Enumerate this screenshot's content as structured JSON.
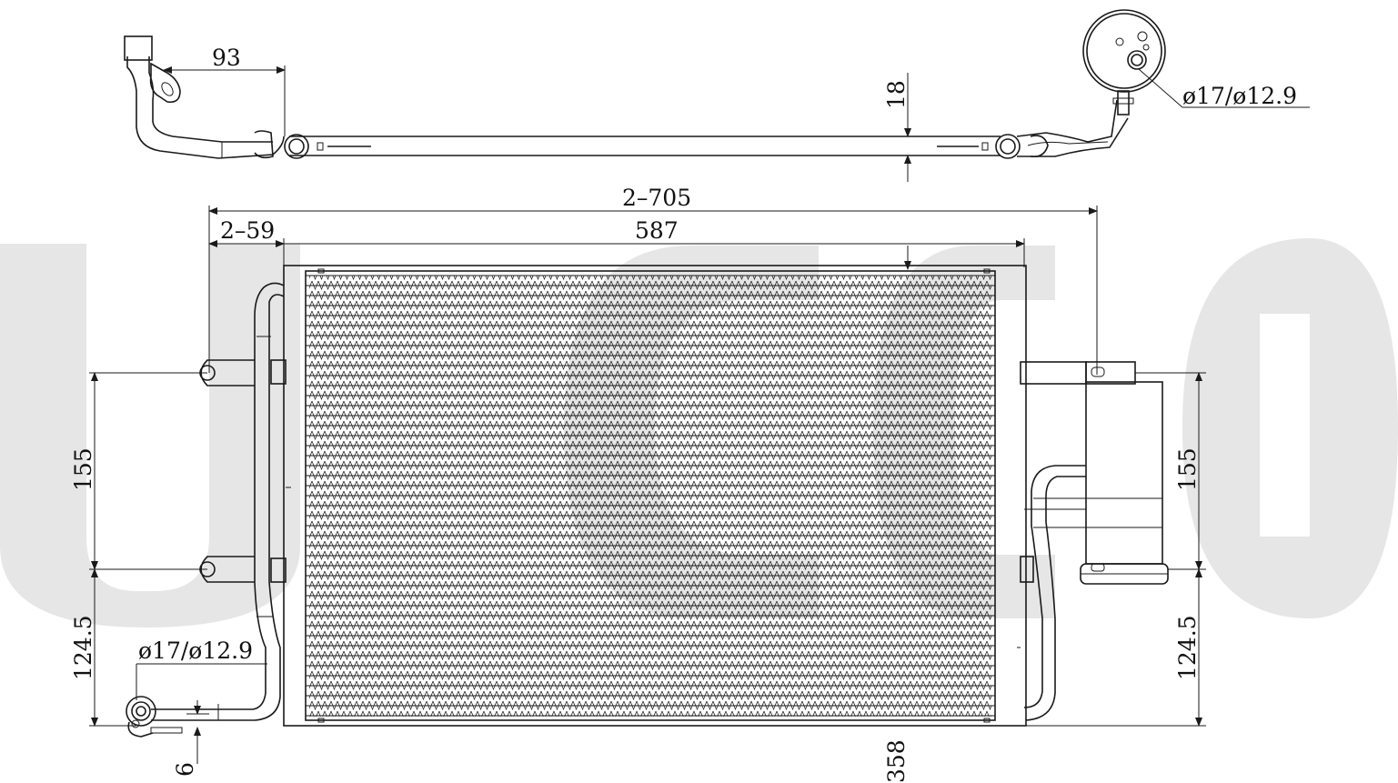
{
  "watermark": {
    "text": "UCSCO",
    "color": "#e6e6e6"
  },
  "line_color": "#1a1a1a",
  "dimensions": {
    "pipe_offset": "93",
    "core_thickness": "18",
    "top_fitting_diameter": "ø17/ø12.9",
    "overall_width": "2–705",
    "bracket_offset": "2–59",
    "core_width": "587",
    "left_mount_spacing": "155",
    "left_lower_height": "124.5",
    "bottom_fitting_diameter": "ø17/ø12.9",
    "fitting_offset": "6",
    "core_height": "358",
    "right_mount_spacing": "155",
    "right_lower_height": "124.5"
  }
}
